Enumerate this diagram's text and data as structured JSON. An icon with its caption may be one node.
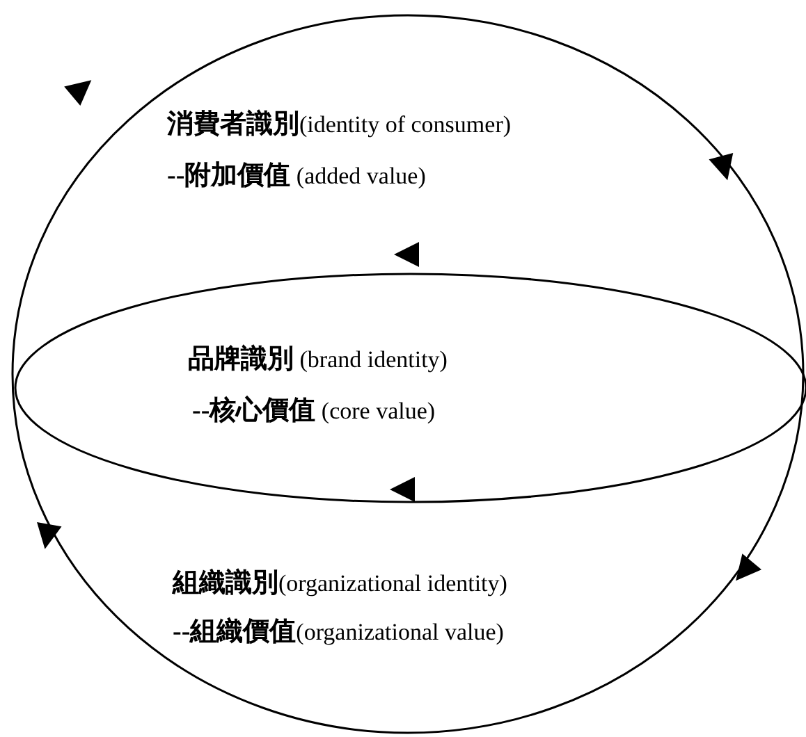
{
  "diagram": {
    "nodes": [
      {
        "text": [
          "**消費者識別**(identity of consumer)",
          "**--附加價值**  (added value)",
          "**組織識別**(organizational identity)",
          "**--組織價值**(organizational value)"
        ]
      },
      {
        "text": [
          "**品牌識別**  (brand identity)",
          "**--核心價值**  (core value)"
        ],
        "in": 0
      }
    ],
    "edges": []
  }
}
